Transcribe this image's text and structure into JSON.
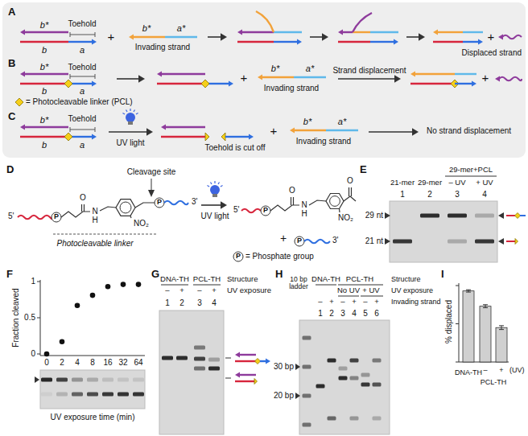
{
  "diagram": {
    "labels": [
      "A",
      "b*",
      "Toehold",
      "b",
      "a",
      "+",
      "b*",
      "a*",
      "Invading strand",
      "+",
      "Displaced strand",
      "B",
      "b*",
      "Toehold",
      "b",
      "a",
      "= Photocleavable linker (PCL)",
      "+",
      "b*",
      "a*",
      "Invading strand",
      "Strand displacement",
      "+",
      "C",
      "b*",
      "Toehold",
      "b",
      "a",
      "UV light",
      "Toehold is cut off",
      "+",
      "b*",
      "a*",
      "Invading strand",
      "No strand displacement",
      "D",
      "Cleavage site",
      "5'",
      "P",
      "O",
      "N",
      "H",
      "NO₂",
      "P",
      "3'",
      "Photocleavable linker",
      "UV light",
      "5'",
      "P",
      "O",
      "N",
      "H",
      "O",
      "NO₂",
      "+",
      "P",
      "3'",
      "P",
      "= Phosphate group",
      "E",
      "29-mer+PCL",
      "21-mer",
      "29-mer",
      "– UV",
      "+ UV",
      "1",
      "2",
      "3",
      "4",
      "29 nt",
      "21 nt",
      "F",
      "1",
      "0.5",
      "0",
      "Fraction cleaved",
      "0",
      "2",
      "4",
      "8",
      "16",
      "32",
      "64",
      "UV exposure time (min)",
      "G",
      "DNA-TH",
      "PCL-TH",
      "Structure",
      "–",
      "+",
      "–",
      "+",
      "UV exposure",
      "1",
      "2",
      "3",
      "4",
      "H",
      "10 bp ladder",
      "DNA-TH",
      "PCL-TH",
      "Structure",
      "No UV",
      "+ UV",
      "UV exposure",
      "–",
      "+",
      "–",
      "+",
      "–",
      "+",
      "Invading strand",
      "1",
      "2",
      "3",
      "4",
      "5",
      "6",
      "30 bp",
      "20 bp",
      "I",
      "% displaced",
      "DNA-TH",
      "–",
      "+",
      "(UV)",
      "PCL-TH"
    ]
  }
}
